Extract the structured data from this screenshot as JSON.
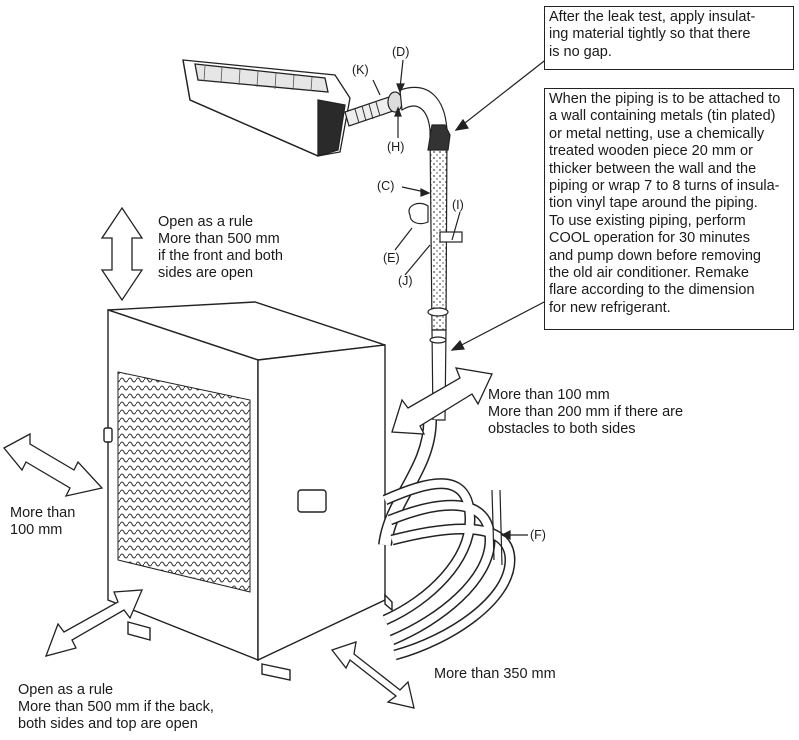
{
  "notes": {
    "insulation": [
      "After the leak test, apply insulat-",
      "ing material tightly so that there",
      "is no gap."
    ],
    "metal_wall": [
      "When the piping is to be attached to",
      "a wall containing metals (tin plated)",
      "or metal netting, use a chemically",
      "treated wooden piece 20 mm or",
      "thicker between the wall and the",
      "piping or wrap 7 to 8 turns of insula-",
      "tion vinyl tape around the piping.",
      "To use existing piping, perform",
      "COOL operation for 30 minutes",
      "and pump down before removing",
      "the old air conditioner. Remake",
      "flare according to the dimension",
      "for new refrigerant."
    ]
  },
  "clearances": {
    "top": [
      "Open as a rule",
      "More than 500 mm",
      "if the front and both",
      "sides are open"
    ],
    "left": [
      "More than",
      "100 mm"
    ],
    "right": [
      "More than 100 mm",
      "More than 200 mm if there are",
      "obstacles to both sides"
    ],
    "back": [
      "Open as a rule",
      "More than 500 mm if the back,",
      "both sides and top are open"
    ],
    "front": [
      "More than 350 mm"
    ]
  },
  "part_labels": {
    "D": "(D)",
    "K": "(K)",
    "H": "(H)",
    "C": "(C)",
    "I": "(I)",
    "E": "(E)",
    "J": "(J)",
    "F": "(F)"
  }
}
